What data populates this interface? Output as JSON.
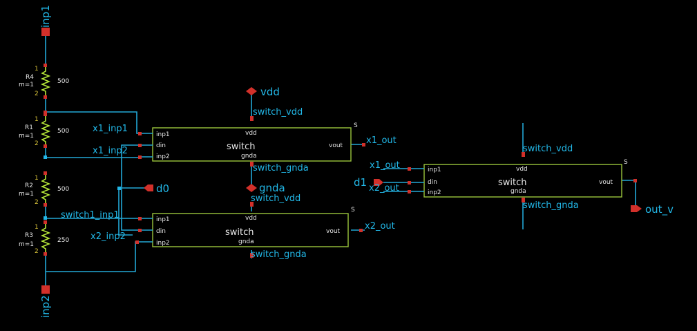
{
  "ports": {
    "inp1": "inp1",
    "inp2": "inp2",
    "vdd": "vdd",
    "gnda": "gnda",
    "d0": "d0",
    "d1": "d1",
    "out_v": "out_v"
  },
  "resistors": [
    {
      "name": "R4",
      "m": "m=1",
      "value": "500",
      "pin1": "1",
      "pin2": "2"
    },
    {
      "name": "R1",
      "m": "m=1",
      "value": "500",
      "pin1": "1",
      "pin2": "2"
    },
    {
      "name": "R2",
      "m": "m=1",
      "value": "500",
      "pin1": "1",
      "pin2": "2"
    },
    {
      "name": "R3",
      "m": "m=1",
      "value": "250",
      "pin1": "1",
      "pin2": "2"
    }
  ],
  "switches": [
    {
      "title": "switch",
      "corner": "S",
      "pins": {
        "inp1": "inp1",
        "din": "din",
        "inp2": "inp2",
        "vdd": "vdd",
        "gnda": "gnda",
        "vout": "vout"
      },
      "nets": {
        "inp1": "x1_inp1",
        "inp2": "x1_inp2",
        "vdd": "switch_vdd",
        "gnda": "switch_gnda",
        "out": "x1_out"
      }
    },
    {
      "title": "switch",
      "corner": "S",
      "pins": {
        "inp1": "inp1",
        "din": "din",
        "inp2": "inp2",
        "vdd": "vdd",
        "gnda": "gnda",
        "vout": "vout"
      },
      "nets": {
        "inp1": "switch1_inp1",
        "inp2": "x2_inp2",
        "vdd": "switch_vdd",
        "gnda": "switch_gnda",
        "out": "x2_out"
      }
    },
    {
      "title": "switch",
      "corner": "S",
      "pins": {
        "inp1": "inp1",
        "din": "din",
        "inp2": "inp2",
        "vdd": "vdd",
        "gnda": "gnda",
        "vout": "vout"
      },
      "nets": {
        "inp1": "x1_out",
        "inp2": "x2_out",
        "vdd": "switch_vdd",
        "gnda": "switch_gnda"
      }
    }
  ],
  "colors": {
    "background": "#000000",
    "wire": "#22a7d6",
    "resistor": "#b7e83a",
    "symbol": "#9bc53d",
    "pin": "#d2302a"
  }
}
